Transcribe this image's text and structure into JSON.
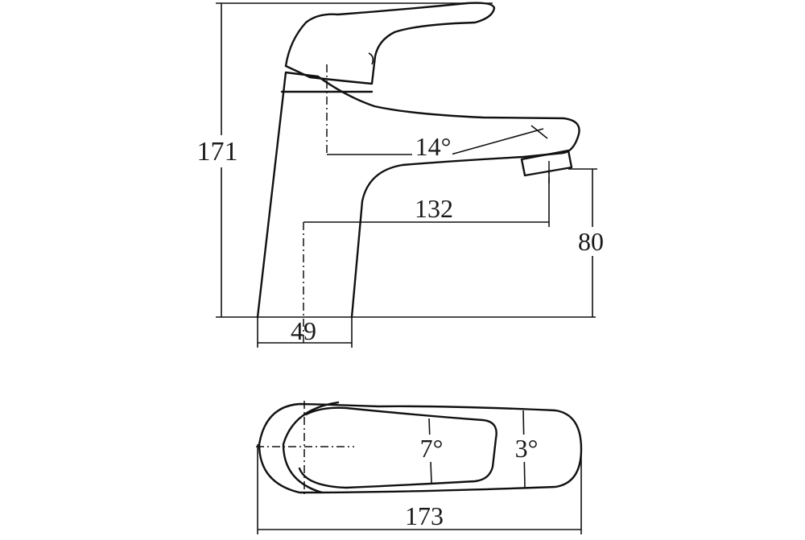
{
  "side_view": {
    "height_total": "171",
    "spout_angle": "14°",
    "spout_reach": "132",
    "spout_height": "80",
    "base_diameter": "49"
  },
  "top_view": {
    "handle_angle": "7°",
    "spout_tip_angle": "3°",
    "total_length": "173"
  }
}
